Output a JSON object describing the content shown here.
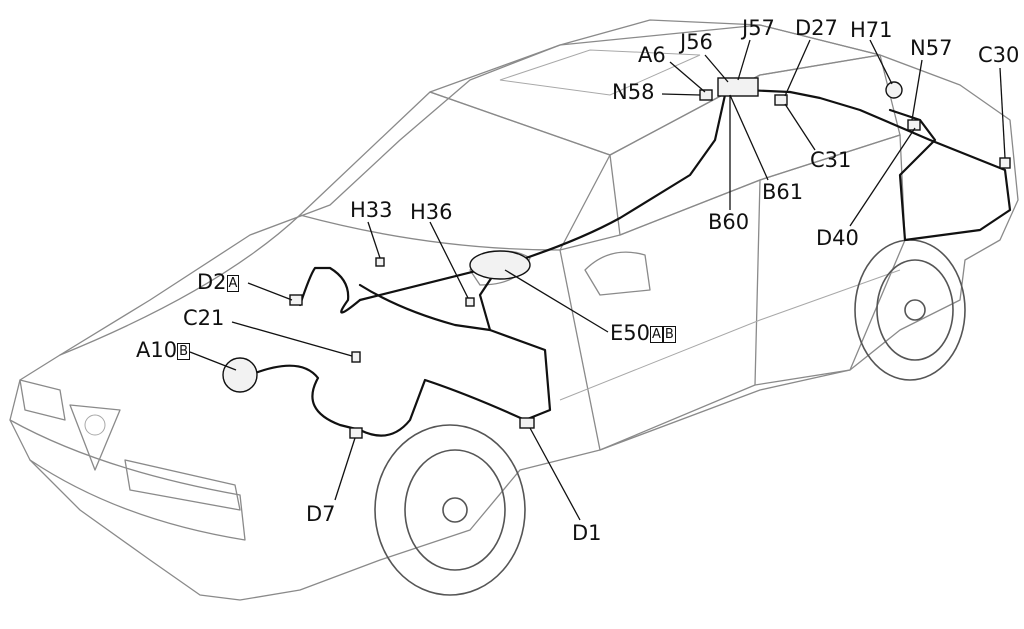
{
  "labels": {
    "A6": "A6",
    "J56": "J56",
    "J57": "J57",
    "D27": "D27",
    "H71": "H71",
    "N57": "N57",
    "C30": "C30",
    "N58": "N58",
    "C31": "C31",
    "B61": "B61",
    "B60": "B60",
    "D40": "D40",
    "H33": "H33",
    "H36": "H36",
    "D2": "D2",
    "D2_sub": "A",
    "C21": "C21",
    "A10": "A10",
    "A10_sub": "B",
    "E50": "E50",
    "E50_sub_a": "A",
    "E50_sub_b": "B",
    "D7": "D7",
    "D1": "D1"
  },
  "colors": {
    "outline": "#8a8a8a",
    "harness": "#111111",
    "text": "#111111"
  }
}
